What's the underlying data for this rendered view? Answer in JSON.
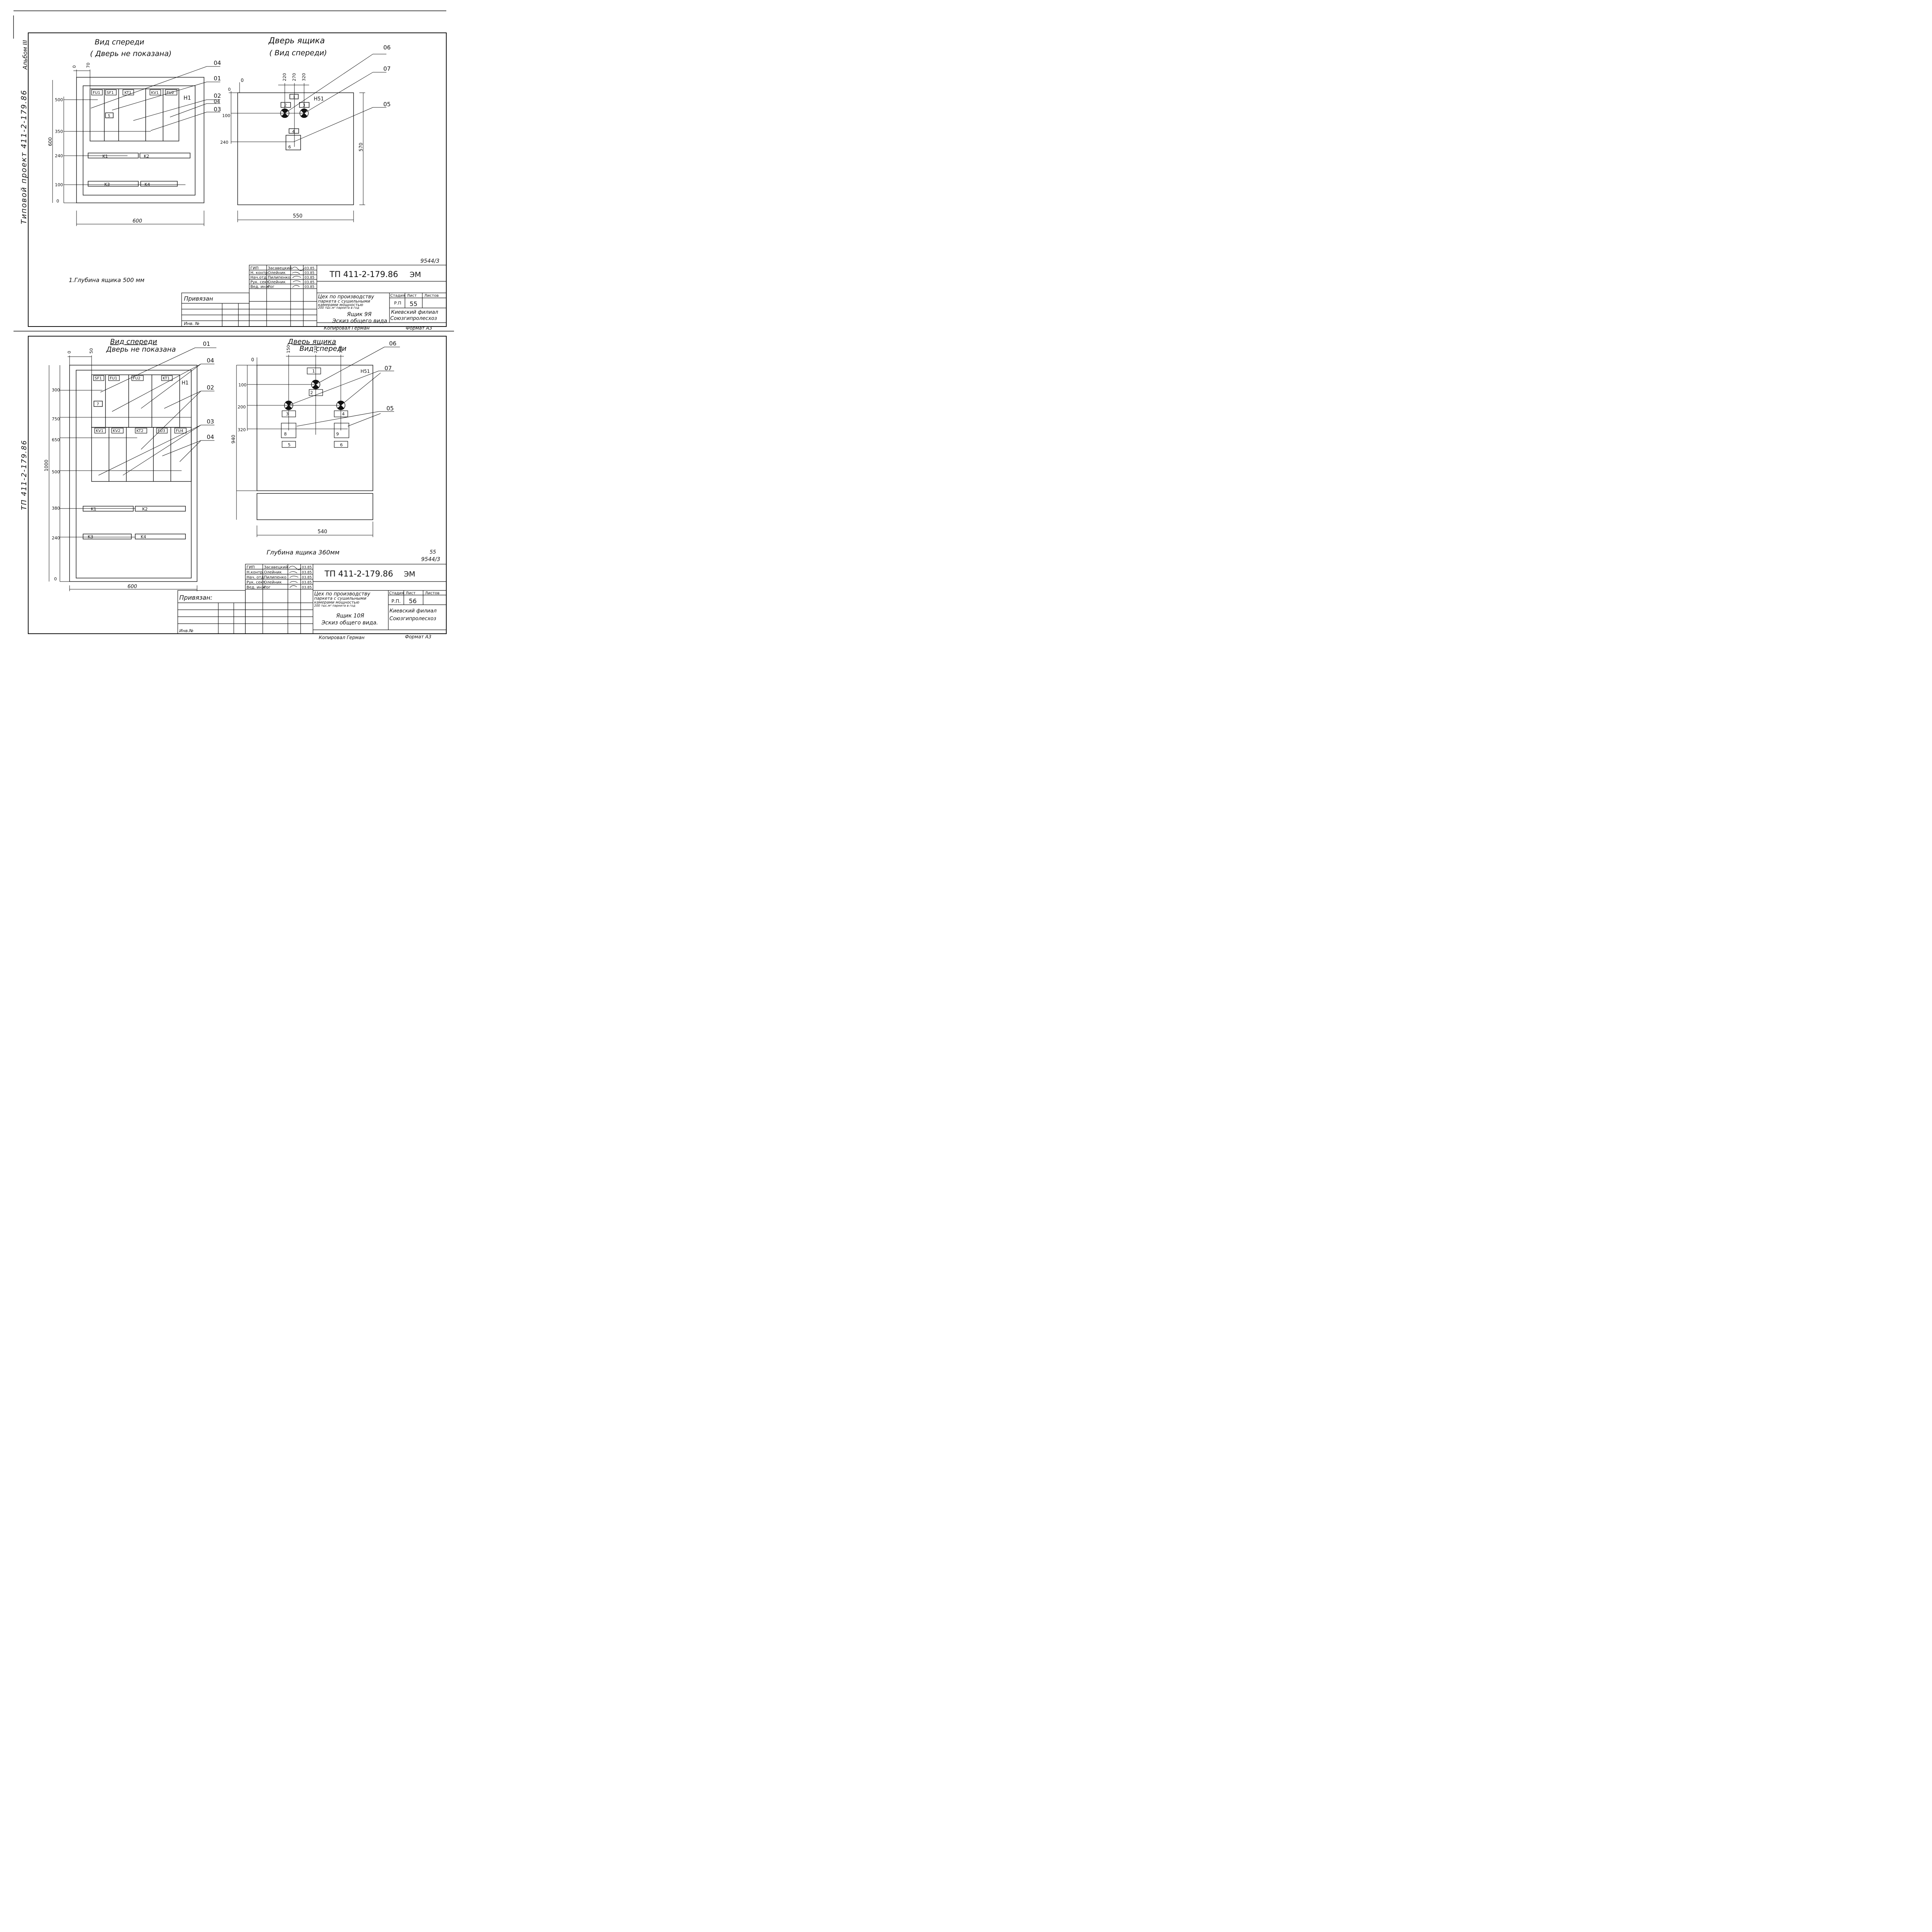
{
  "sheet_top": {
    "album": "Альбом III",
    "project": "Типовой проект 411-2-179.86",
    "front_view": {
      "title": "Вид спереди",
      "subtitle": "( Дверь не показана)"
    },
    "door_view": {
      "title": "Дверь ящика",
      "subtitle": "( Вид спереди)"
    },
    "devices_top": [
      "FU1",
      "SF1",
      "KT1",
      "KV1",
      "FU2"
    ],
    "contactors": [
      "K1",
      "K2",
      "K3",
      "K4"
    ],
    "small_box": "5",
    "h1": "H1",
    "h51": "H51",
    "door_boxes": [
      "1",
      "2",
      "3",
      "4",
      "6"
    ],
    "leaders_front": [
      "04",
      "01",
      "02",
      "04",
      "03"
    ],
    "leaders_door": [
      "06",
      "07",
      "05"
    ],
    "dims_left": [
      "500",
      "350",
      "240",
      "100",
      "0"
    ],
    "dim_600v": "600",
    "dim_top_front": [
      "0",
      "70"
    ],
    "dim_width_front": "600",
    "dims_door_top": [
      "220",
      "270",
      "320"
    ],
    "door_zero_x": "0",
    "door_zero_y": "0",
    "dims_door_left": [
      "100",
      "240"
    ],
    "dim_door_570": "570",
    "dim_door_width": "550",
    "note": "1.Глубина ящика 500 мм",
    "code": "9544/3",
    "title_block": {
      "roles": [
        "ГИП",
        "Н. контр",
        "Нач.отд",
        "Рук. сект.",
        "Вед. инж."
      ],
      "names": [
        "Засавецкий",
        "Олейник",
        "Пилипенко",
        "Олейник",
        "Рог"
      ],
      "dates": [
        "03.85",
        "03.85",
        "03.85",
        "03.85",
        "03.85"
      ],
      "designation": "ТП 411-2-179.86",
      "mark": "ЭМ",
      "object_1": "Цех по производству",
      "object_2": "паркета с сушильными",
      "object_3": "камерами мощностью",
      "object_4": "200 тыс.м² паркета в год",
      "stage_header": "Стадия",
      "sheet_header": "Лист",
      "sheets_header": "Листов",
      "stage": "Р.П",
      "sheet": "55",
      "sheet_name_1": "Ящик 9Я",
      "sheet_name_2": "Эскиз общего вида",
      "org_1": "Киевский филиал",
      "org_2": "Союзгипролесхоз",
      "attached": "Привязан",
      "inv": "Инв. №",
      "copied": "Копировал Герман",
      "format": "Формат А3"
    }
  },
  "sheet_bottom": {
    "project": "ТП 411-2-179.86",
    "front_view": {
      "title": "Вид спереди",
      "subtitle": "Дверь не показана"
    },
    "door_view": {
      "title": "Дверь ящика",
      "subtitle": "Вид спереди"
    },
    "devices_row1": [
      "SF1",
      "FU1",
      "FU2",
      "KT1"
    ],
    "devices_row2": [
      "KV1",
      "KV2",
      "KT2",
      "FU3",
      "FU4"
    ],
    "contactors": [
      "K1",
      "K2",
      "K3",
      "K4"
    ],
    "small_box": "7",
    "h1": "H1",
    "h51": "H51",
    "door_boxes": [
      "1",
      "2",
      "3",
      "4",
      "8",
      "9",
      "5",
      "6"
    ],
    "leaders_front": [
      "01",
      "04",
      "02",
      "03",
      "04"
    ],
    "leaders_door": [
      "06",
      "07",
      "05"
    ],
    "dims_left": [
      "300",
      "750",
      "650",
      "500",
      "380",
      "240",
      "0"
    ],
    "dim_1000v": "1000",
    "dim_top_front": [
      "0",
      "50"
    ],
    "dim_width_front": "600",
    "dims_door_top": [
      "150",
      "270",
      "330"
    ],
    "door_zero_x": "0",
    "dims_door_left": [
      "100",
      "200",
      "320"
    ],
    "dim_door_940": "940",
    "dim_door_width": "540",
    "note": "Глубина ящика 360мм",
    "page_no": "55",
    "code": "9544/3",
    "title_block": {
      "roles": [
        "ГИП",
        "Н.контр.",
        "Нач. отд.",
        "Рук. сект.",
        "Вед. инж."
      ],
      "names": [
        "Засавецкий",
        "Олейник",
        "Пилипенко",
        "Олейник",
        "Рог"
      ],
      "dates": [
        "03.85",
        "03.85",
        "03.85",
        "03.85",
        "03.85"
      ],
      "designation": "ТП 411-2-179.86",
      "mark": "ЭМ",
      "object_1": "Цех по производству",
      "object_2": "паркета с сушильными",
      "object_3": "камерами мощностью",
      "object_4": "200 тыс.м² паркета в год",
      "stage_header": "Стадия",
      "sheet_header": "Лист",
      "sheets_header": "Листов",
      "stage": "Р.П.",
      "sheet": "56",
      "sheet_name_1": "Ящик 10Я",
      "sheet_name_2": "Эскиз общего вида.",
      "org_1": "Киевский филиал",
      "org_2": "Союзгипролесхоз",
      "attached": "Привязан:",
      "inv": "Инв.№",
      "copied": "Копировал Герман",
      "format": "Формат А3"
    }
  }
}
